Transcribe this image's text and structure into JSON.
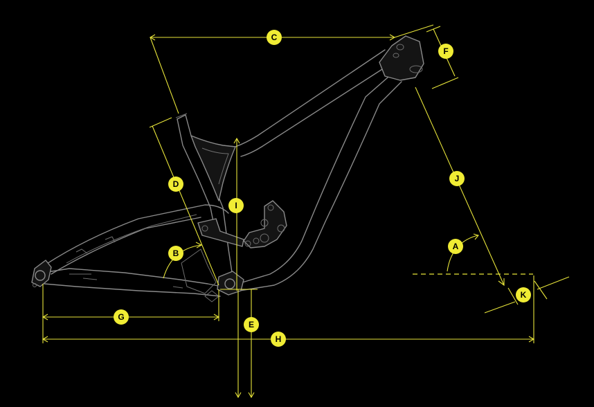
{
  "colors": {
    "background": "#000000",
    "frame": "#8a8a8a",
    "dimension": "#e8e53a",
    "badge": "#f0ec34",
    "badge_text": "#000000"
  },
  "labels": {
    "A": "A",
    "B": "B",
    "C": "C",
    "D": "D",
    "E": "E",
    "F": "F",
    "G": "G",
    "H": "H",
    "I": "I",
    "J": "J",
    "K": "K"
  }
}
